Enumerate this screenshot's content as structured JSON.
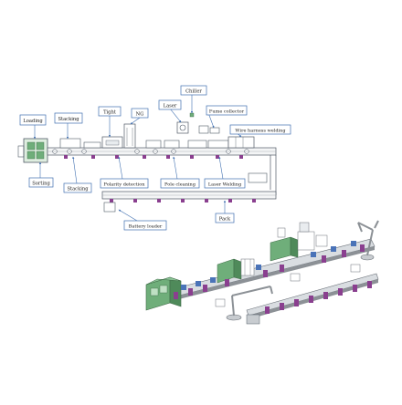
{
  "labels": {
    "loading": "Loading",
    "stacking_top": "Stacking",
    "tight": "Tight",
    "ng": "NG",
    "laser": "Laser",
    "chiller": "Chiller",
    "fume_collector": "Fume collector",
    "wire_harness_welding": "Wire harness welding",
    "sorting": "Sorting",
    "stacking_bottom": "Stacking",
    "polarity_detection": "Polarity detection",
    "pole_cleaning": "Pole cleaning",
    "laser_welding": "Laser Welding",
    "pack": "Pack",
    "battery_loader": "Battery loader"
  },
  "colors": {
    "callout_border": "#3f6fb0",
    "line_art": "#505a66",
    "machine_green": "#6fae7a",
    "machine_purple": "#8a3f8f",
    "machine_blue": "#4a73b8",
    "machine_grey": "#8c9196"
  }
}
